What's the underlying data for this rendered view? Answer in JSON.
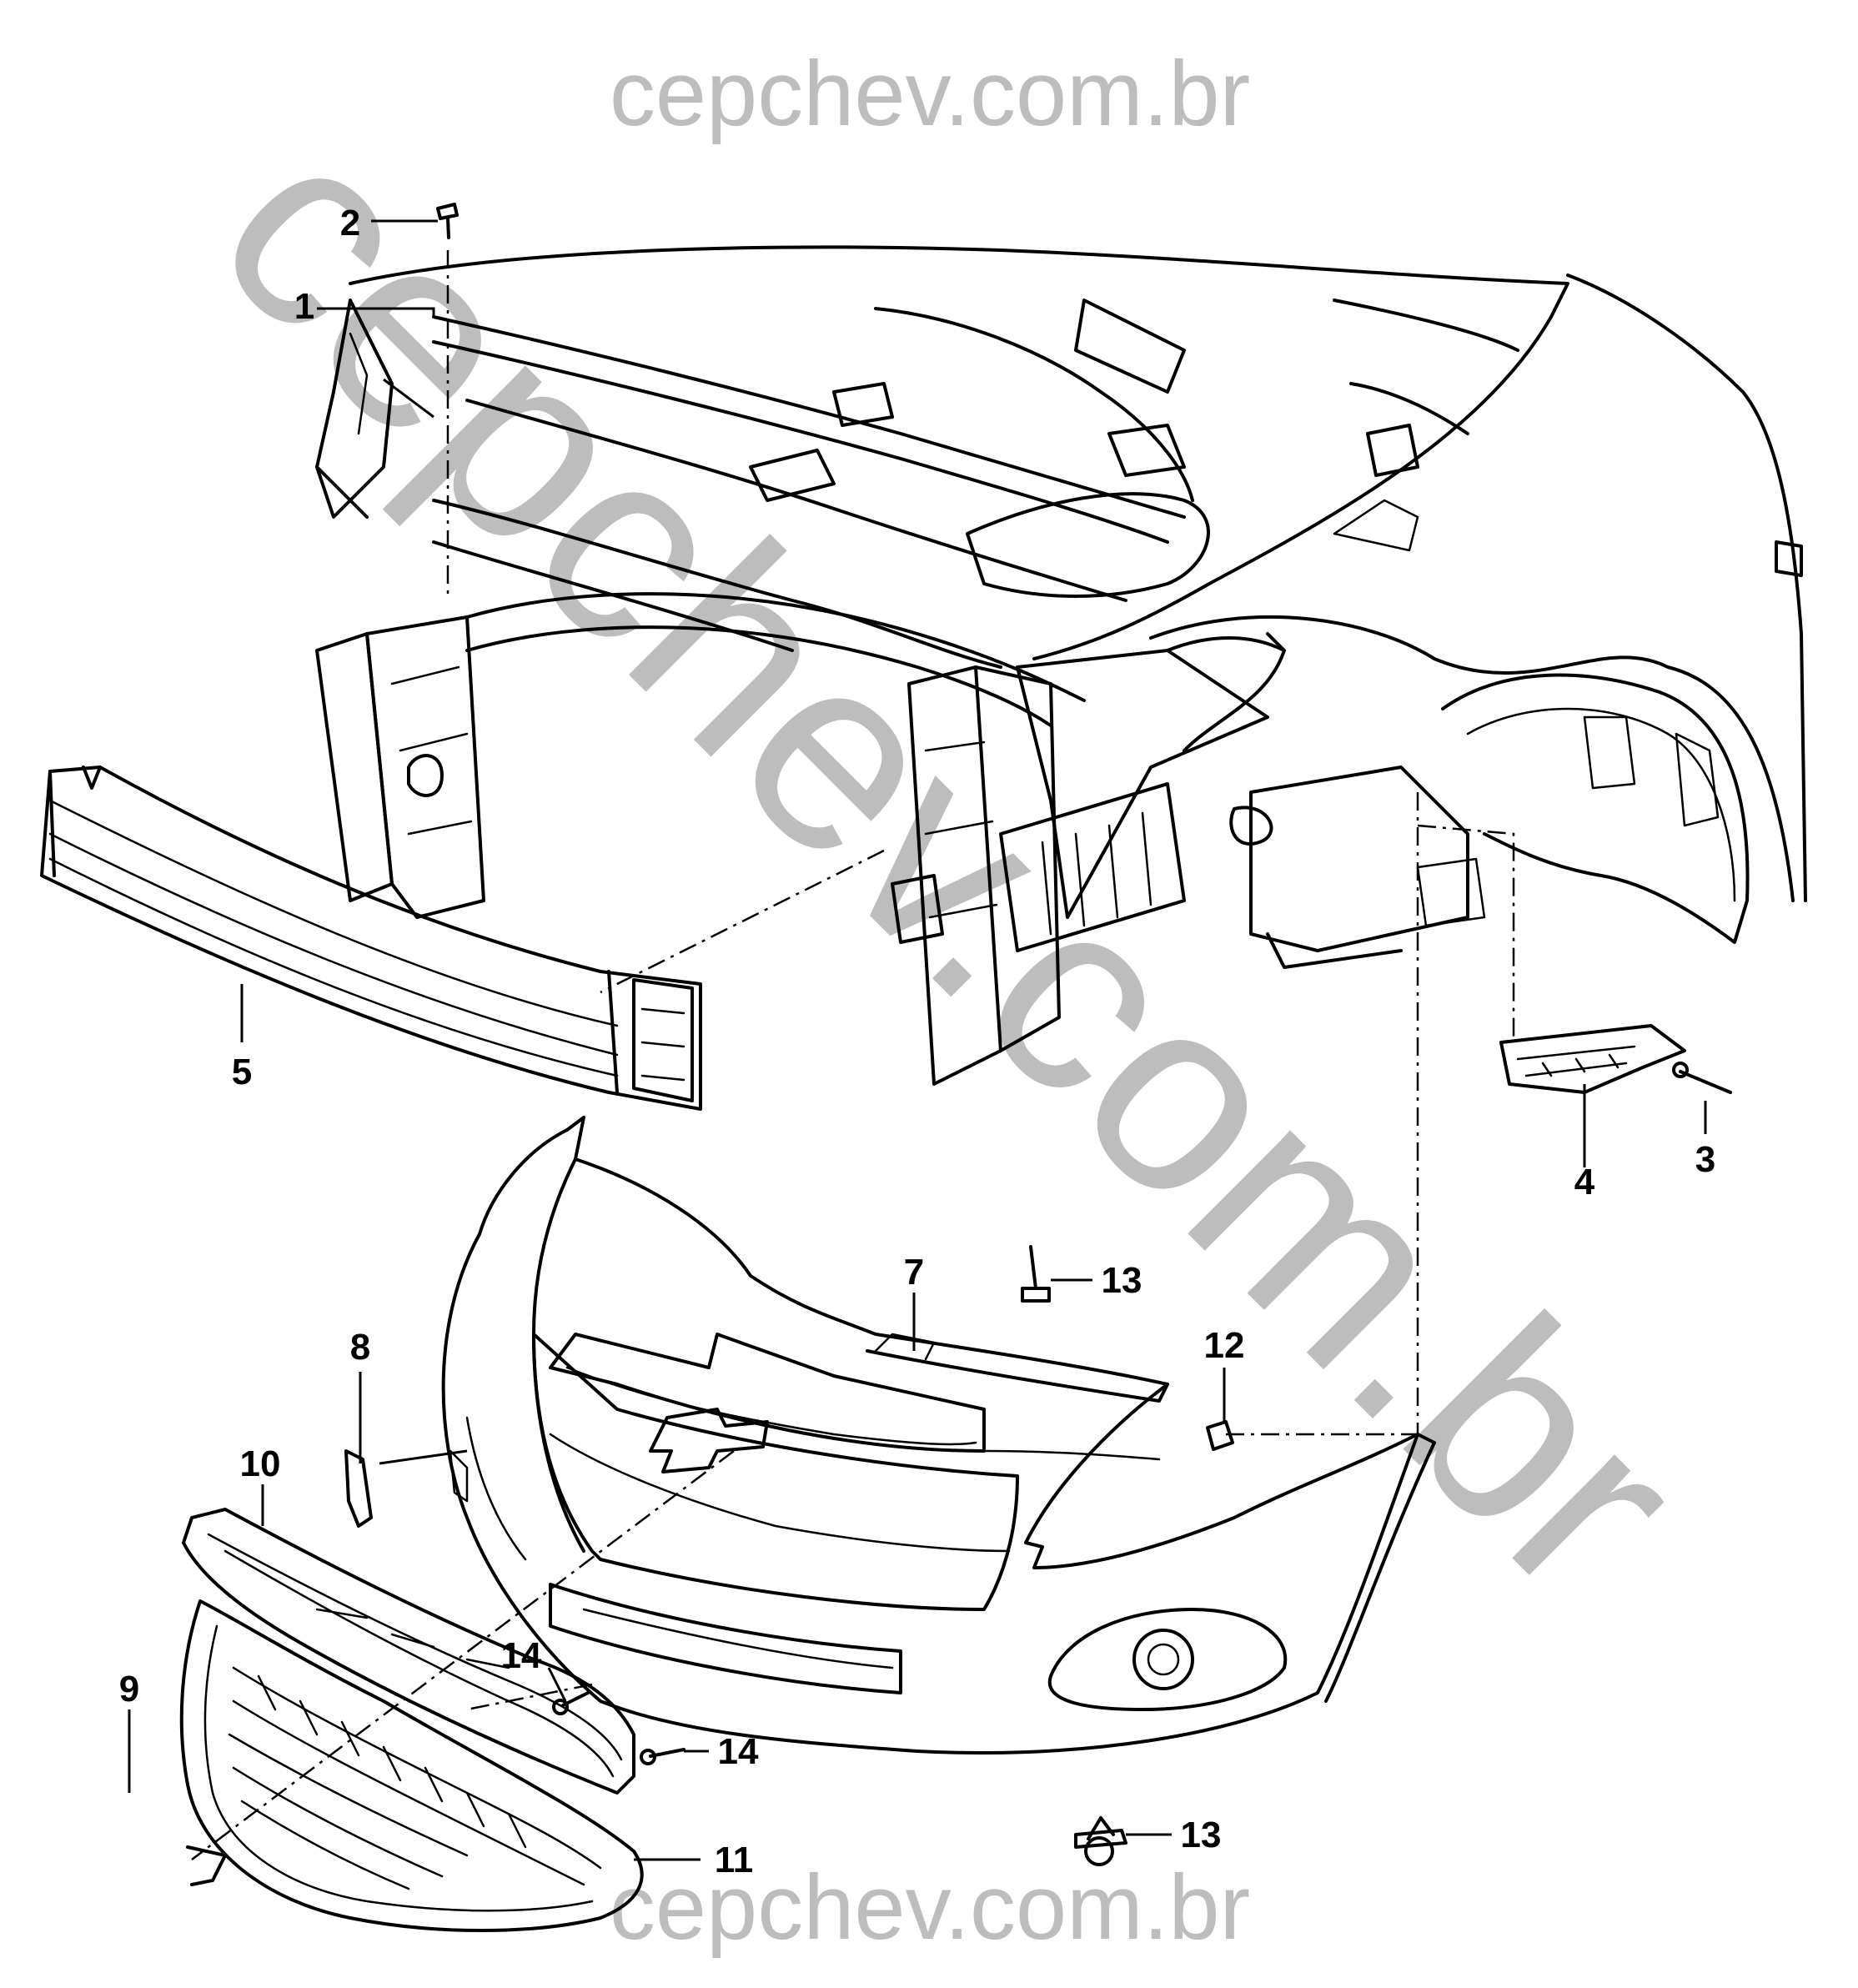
{
  "watermark": {
    "top": "cepchev.com.br",
    "bottom": "cepchev.com.br",
    "diagonal": "cepchev.com.br"
  },
  "callouts": [
    {
      "id": "c1",
      "label": "1"
    },
    {
      "id": "c2",
      "label": "2"
    },
    {
      "id": "c3",
      "label": "3"
    },
    {
      "id": "c4",
      "label": "4"
    },
    {
      "id": "c5",
      "label": "5"
    },
    {
      "id": "c7",
      "label": "7"
    },
    {
      "id": "c8",
      "label": "8"
    },
    {
      "id": "c9",
      "label": "9"
    },
    {
      "id": "c10",
      "label": "10"
    },
    {
      "id": "c11",
      "label": "11"
    },
    {
      "id": "c12",
      "label": "12"
    },
    {
      "id": "c13a",
      "label": "13"
    },
    {
      "id": "c13b",
      "label": "13"
    },
    {
      "id": "c14a",
      "label": "14"
    },
    {
      "id": "c14b",
      "label": "14"
    }
  ],
  "parts": {
    "front_structure": "front-structure",
    "bumper_beam": "bumper-beam",
    "bumper_fascia": "bumper-fascia",
    "upper_grille": "upper-grille",
    "lower_grille": "lower-grille",
    "bracket": "bumper-bracket",
    "fender": "fender-wheel-arch"
  },
  "colors": {
    "line": "#000000",
    "watermark": "#bdbdbd",
    "background": "#ffffff"
  }
}
